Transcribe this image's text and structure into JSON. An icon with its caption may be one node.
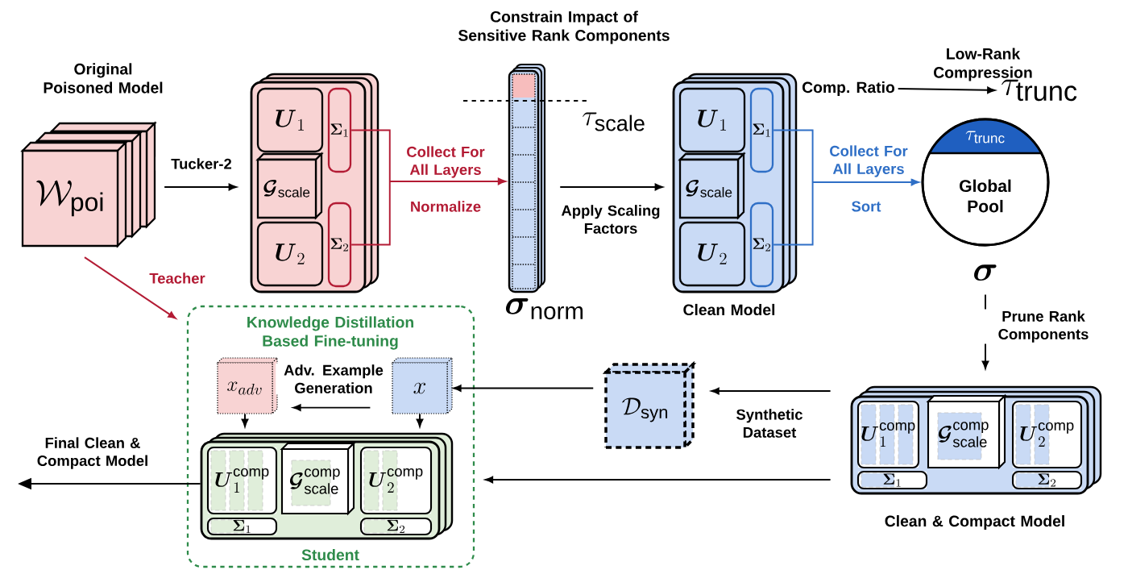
{
  "diagram": {
    "nodes": [
      {
        "text": [
          "Original Poisoned Model",
          "\\mathcal{W}_{\\mathrm{poi}}"
        ]
      },
      {
        "text": [],
        "shape": "box"
      },
      {
        "text": [
          "\\boldsymbol{U}_1"
        ],
        "in": 1
      },
      {
        "text": [
          "\\boldsymbol{\\mathcal{G}}_{\\mathrm{scale}}"
        ],
        "in": 1
      },
      {
        "text": [
          "\\boldsymbol{U}_2"
        ],
        "in": 1
      },
      {
        "text": [
          "\\boldsymbol{\\Sigma}_1"
        ],
        "in": 1
      },
      {
        "text": [
          "\\boldsymbol{\\Sigma}_2"
        ],
        "in": 1
      },
      {
        "text": [
          "\\boldsymbol{\\sigma}_{\\mathrm{norm}}"
        ],
        "beside": [
          "\\tau_{\\mathrm{scale}}"
        ]
      },
      {
        "text": [
          "Clean Model"
        ]
      },
      {
        "text": [
          "\\boldsymbol{U}_1"
        ],
        "in": 8
      },
      {
        "text": [
          "\\boldsymbol{\\mathcal{G}}_{\\mathrm{scale}}"
        ],
        "in": 8
      },
      {
        "text": [
          "\\boldsymbol{U}_2"
        ],
        "in": 8
      },
      {
        "text": [
          "\\boldsymbol{\\Sigma}_1"
        ],
        "in": 8
      },
      {
        "text": [
          "\\boldsymbol{\\Sigma}_2"
        ],
        "in": 8
      },
      {
        "text": [
          "Comp. Ratio"
        ]
      },
      {
        "text": [
          "\\tau_{\\mathrm{trunc}}"
        ]
      },
      {
        "text": [
          "\\tau_{\\mathrm{trunc}}",
          "Global Pool"
        ],
        "beside": [
          "\\boldsymbol{\\sigma}"
        ]
      },
      {
        "text": [
          "Clean & Compact Model"
        ]
      },
      {
        "text": [
          "\\boldsymbol{U}_1^{\\mathrm{comp}}"
        ],
        "in": 17
      },
      {
        "text": [
          "\\boldsymbol{\\mathcal{G}}_{\\mathrm{scale}}^{\\mathrm{comp}}"
        ],
        "in": 17
      },
      {
        "text": [
          "\\boldsymbol{U}_2^{\\mathrm{comp}}"
        ],
        "in": 17
      },
      {
        "text": [
          "\\boldsymbol{\\Sigma}_1"
        ],
        "in": 17
      },
      {
        "text": [
          "\\boldsymbol{\\Sigma}_2"
        ],
        "in": 17
      },
      {
        "text": [
          "\\mathcal{D}_{\\mathrm{syn}}"
        ]
      },
      {
        "text": [
          "Knowledge Distillation Based Fine-tuning"
        ]
      },
      {
        "text": [
          "x_{adv}"
        ],
        "in": 24
      },
      {
        "text": [
          "x"
        ],
        "in": 24
      },
      {
        "text": [
          "Student"
        ],
        "in": 24
      },
      {
        "text": [
          "\\boldsymbol{U}_1^{\\mathrm{comp}}"
        ],
        "in": 27
      },
      {
        "text": [
          "\\boldsymbol{\\mathcal{G}}_{\\mathrm{scale}}^{\\mathrm{comp}}"
        ],
        "in": 27
      },
      {
        "text": [
          "\\boldsymbol{U}_2^{\\mathrm{comp}}"
        ],
        "in": 27
      },
      {
        "text": [
          "\\boldsymbol{\\Sigma}_1"
        ],
        "in": 27
      },
      {
        "text": [
          "\\boldsymbol{\\Sigma}_2"
        ],
        "in": 27
      }
    ],
    "edges": [
      {
        "from": 0,
        "to": 1,
        "arrow": "to",
        "label": "Tucker-2"
      },
      {
        "from": 5,
        "to": 7,
        "arrow": "to",
        "label": "Collect For All Layers",
        "color": "#b31b34"
      },
      {
        "from": 6,
        "to": 7,
        "arrow": "to",
        "label": "Normalize",
        "color": "#b31b34"
      },
      {
        "from": 7,
        "to": 8,
        "arrow": "to",
        "label": "Apply Scaling Factors"
      },
      {
        "from": 12,
        "to": 16,
        "arrow": "to",
        "label": "Collect For All Layers",
        "color": "#2f6fc6"
      },
      {
        "from": 13,
        "to": 16,
        "arrow": "to",
        "label": "Sort",
        "color": "#2f6fc6"
      },
      {
        "from": 14,
        "to": 15,
        "arrow": "to"
      },
      {
        "from": 16,
        "to": 17,
        "arrow": "to",
        "label": "Prune Rank Components"
      },
      {
        "from": 17,
        "to": 23,
        "arrow": "to",
        "label": "Synthetic Dataset"
      },
      {
        "from": 23,
        "to": 26,
        "arrow": "to"
      },
      {
        "from": 26,
        "to": 25,
        "arrow": "to",
        "label": "Adv. Example Generation"
      },
      {
        "from": 25,
        "to": 27,
        "arrow": "to"
      },
      {
        "from": 26,
        "to": 27,
        "arrow": "to"
      },
      {
        "from": 17,
        "to": 24,
        "arrow": "to"
      },
      {
        "from": 27,
        "to": null,
        "arrow": "to",
        "label": "Final Clean & Compact Model"
      },
      {
        "from": 0,
        "to": 24,
        "arrow": "to",
        "label": "Teacher",
        "color": "#b31b34"
      }
    ],
    "labels": [
      "Constrain Impact of Sensitive Rank Components",
      "Low-Rank Compression"
    ]
  }
}
